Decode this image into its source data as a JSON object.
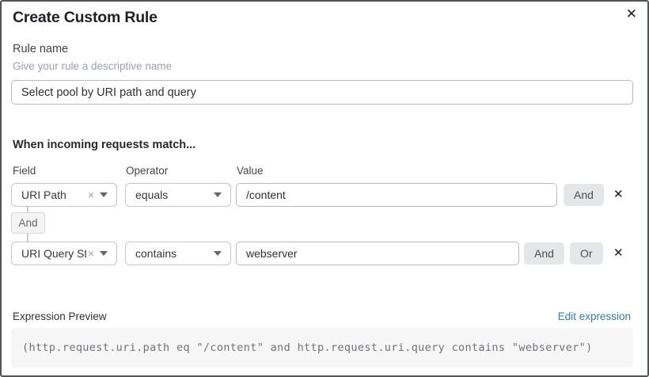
{
  "modal": {
    "title": "Create Custom Rule"
  },
  "icons": {
    "close": "✕",
    "clear": "×",
    "remove_row": "✕"
  },
  "rule_name": {
    "label": "Rule name",
    "hint": "Give your rule a descriptive name",
    "value": "Select pool by URI path and query"
  },
  "match": {
    "heading": "When incoming requests match...",
    "columns": {
      "field": "Field",
      "operator": "Operator",
      "value": "Value"
    },
    "connector": "And",
    "rows": [
      {
        "field": "URI Path",
        "operator": "equals",
        "value": "/content",
        "and_label": "And"
      },
      {
        "field": "URI Query St...",
        "operator": "contains",
        "value": "webserver",
        "and_label": "And",
        "or_label": "Or"
      }
    ]
  },
  "expression": {
    "label": "Expression Preview",
    "edit_link": "Edit expression",
    "code": "(http.request.uri.path eq \"/content\" and http.request.uri.query contains \"webserver\")"
  },
  "colors": {
    "link_blue": "#2e7cb5",
    "button_gray": "#e5e6e7",
    "code_bg": "#f6f6f7",
    "border_gray": "#c3c5c9"
  }
}
